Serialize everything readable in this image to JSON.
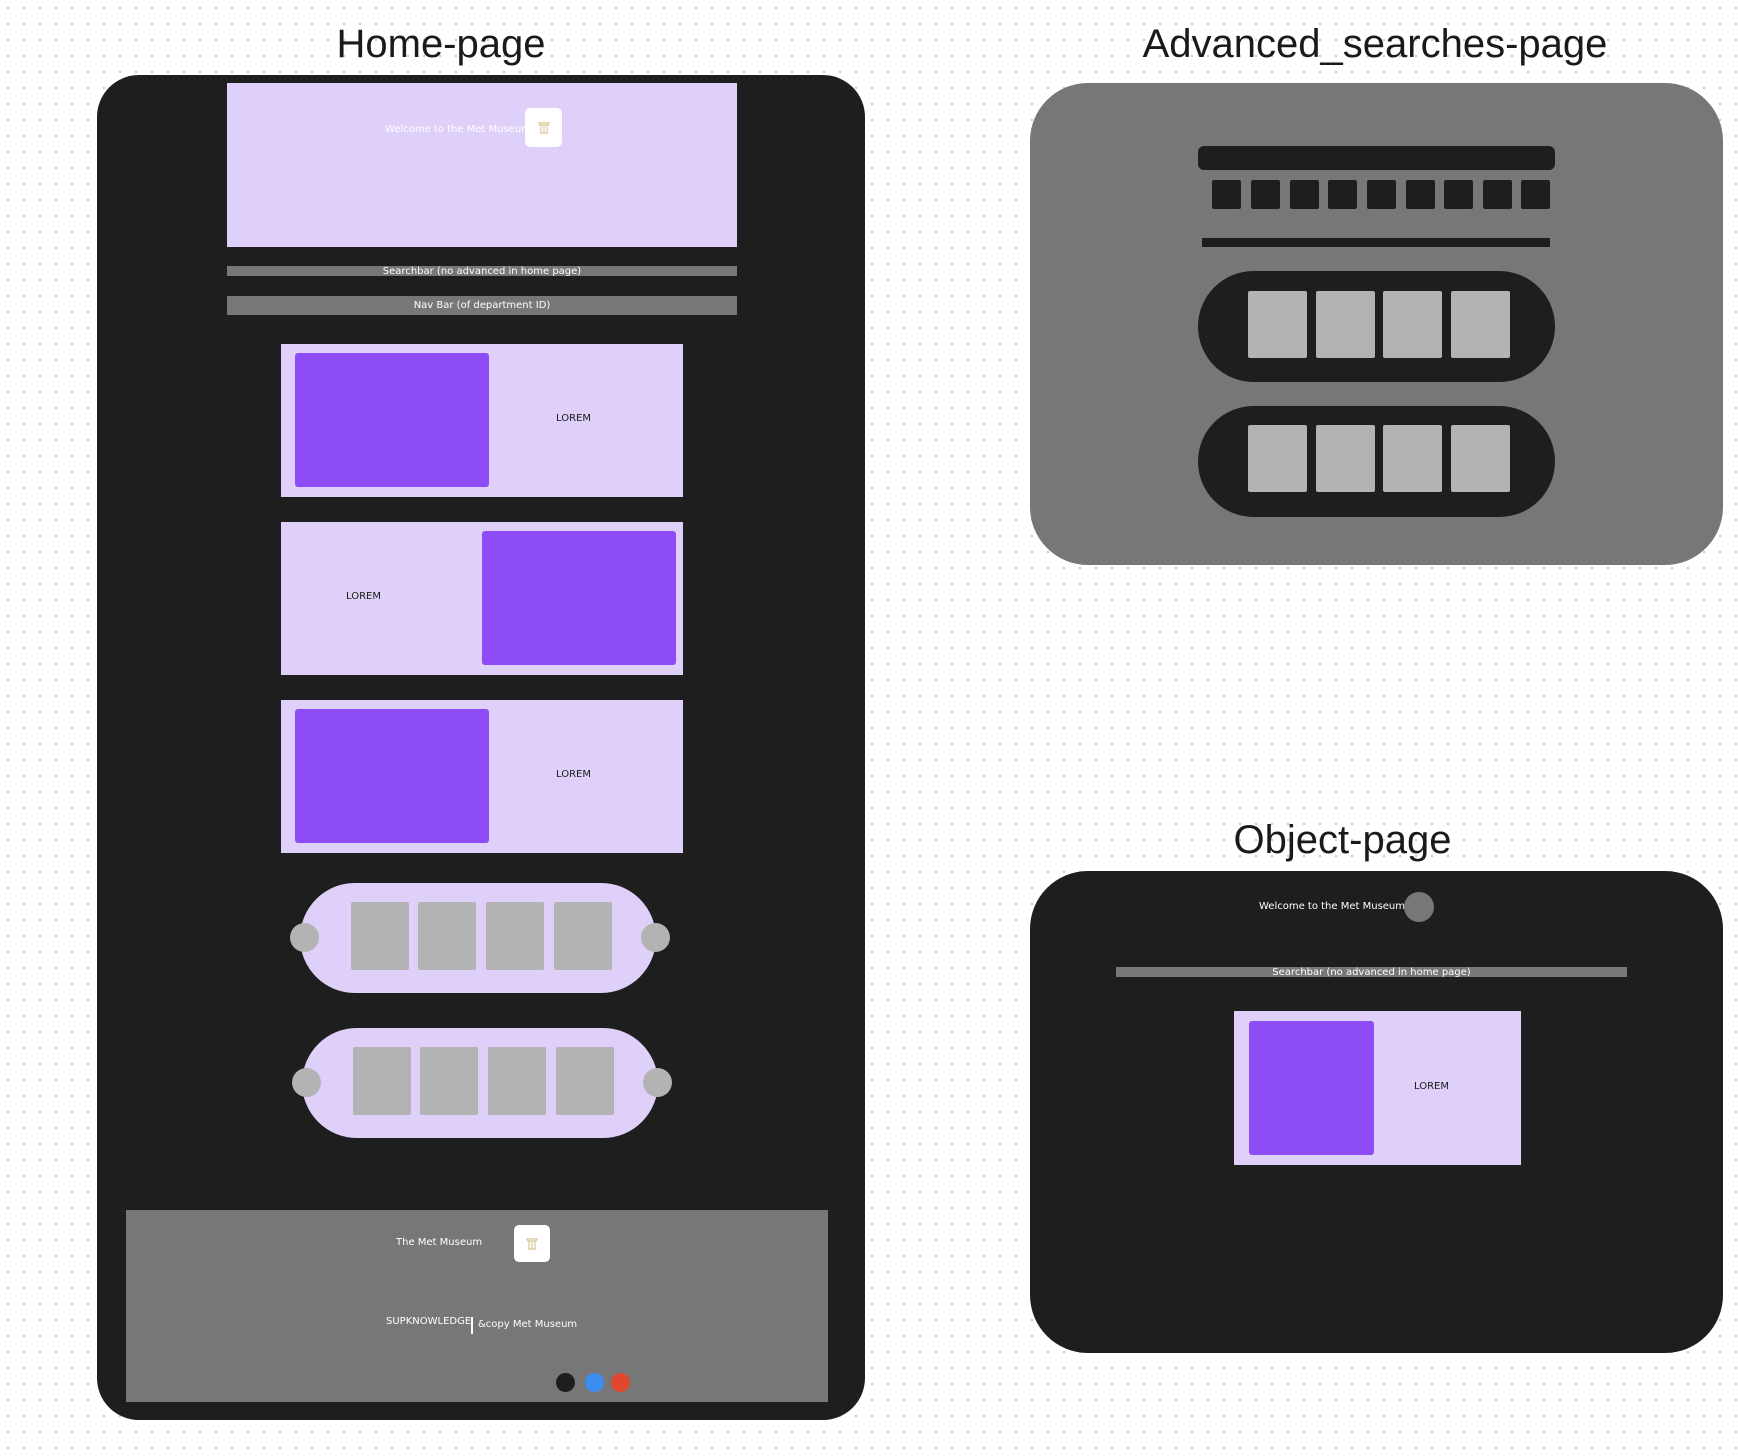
{
  "frames": {
    "home": {
      "title": "Home-page"
    },
    "advanced": {
      "title": "Advanced_searches-page"
    },
    "object": {
      "title": "Object-page"
    }
  },
  "home": {
    "hero": {
      "welcome_text": "Welcome to the Met Museum",
      "icon": "museum-column-icon"
    },
    "searchbar_label": "Searchbar (no advanced in home page)",
    "navbar_label": "Nav Bar (of department ID)",
    "cards": [
      {
        "text": "LOREM"
      },
      {
        "text": "LOREM"
      },
      {
        "text": "LOREM"
      }
    ],
    "footer": {
      "brand": "The Met Museum",
      "icon": "museum-column-icon",
      "left_text": "SUPKNOWLEDGE",
      "right_text": "&copy Met Museum",
      "social_dots": [
        "#1e1e1e",
        "#3b8ef0",
        "#e0482d"
      ]
    }
  },
  "object": {
    "welcome_text": "Welcome to the Met Museum",
    "searchbar_label": "Searchbar (no advanced in home page)",
    "card_text": "LOREM"
  },
  "colors": {
    "dark": "#1e1e1e",
    "grey": "#777777",
    "lavender": "#ded0f9",
    "purple": "#8e4cf6",
    "placeholder": "#b3b3b3"
  }
}
